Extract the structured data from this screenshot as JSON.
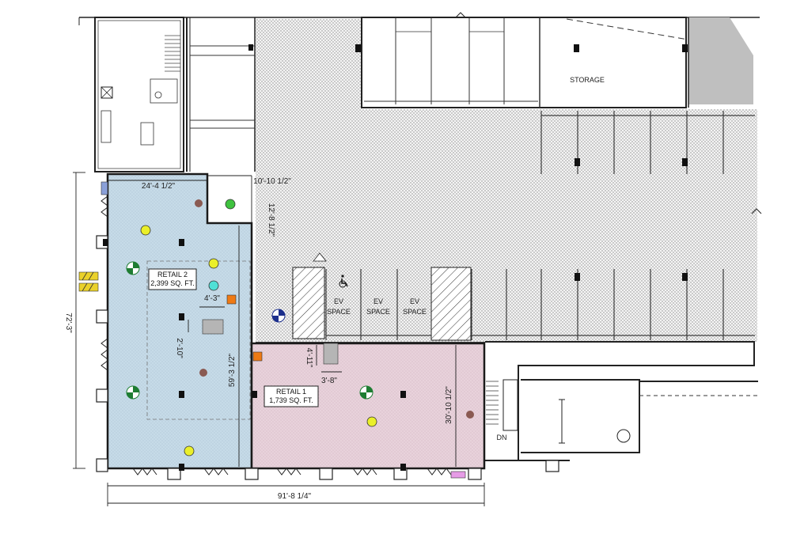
{
  "rooms": {
    "retail2": {
      "name": "RETAIL 2",
      "area": "2,399 SQ. FT."
    },
    "retail1": {
      "name": "RETAIL 1",
      "area": "1,739 SQ. FT."
    }
  },
  "labels": {
    "storage": "STORAGE",
    "dn": "DN",
    "ev1_a": "EV",
    "ev1_b": "SPACE",
    "ev2_a": "EV",
    "ev2_b": "SPACE",
    "ev3_a": "EV",
    "ev3_b": "SPACE"
  },
  "dimensions": {
    "top_width": "24'-4 1/2\"",
    "notch_width": "10'-10 1/2\"",
    "notch_height": "12'-8 1/2\"",
    "left_height": "72'-3\"",
    "col_a": "4'-3\"",
    "col_b": "2'-10\"",
    "retail2_height": "59'-3 1/2\"",
    "col_c": "4'-11\"",
    "col_d": "3'-8\"",
    "retail1_height": "30'-10 1/2\"",
    "bottom_width": "91'-8 1/4\""
  },
  "colors": {
    "retail2_fill": "#c9dde9",
    "retail1_fill": "#e9d3dc",
    "hatch_gray": "#d4d4d4",
    "light_yellow": "#eaef2a",
    "light_green": "#3fc23f",
    "light_cyan": "#4fe0d6",
    "light_brown": "#8a5a52",
    "marker_green": "#1e7d32",
    "marker_blue": "#1c2f8c",
    "square_orange": "#ef7a14",
    "square_gray": "#b5b5b5"
  }
}
